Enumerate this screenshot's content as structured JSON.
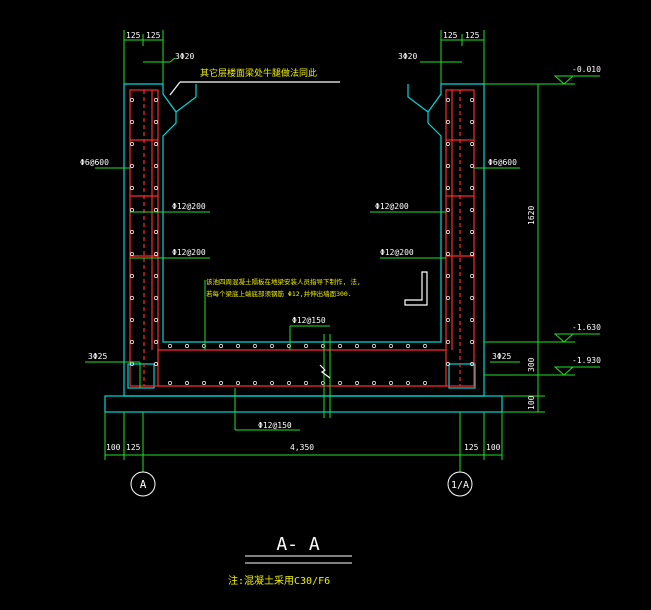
{
  "drawing": {
    "section_title": "A- A",
    "note": "注:混凝土采用C30/F6",
    "callout_top": "其它层楼面梁处牛腿做法同此",
    "callout_mid_line1": "该池四周混凝土隔板在地梁安装人员指导下制作,             法,",
    "callout_mid_line2": "若每个梁底上端底部须钢筋 Φ12,并伸出墙面300.",
    "rebar": {
      "top_left": "3Φ20",
      "top_right": "3Φ20",
      "side_left": "Φ6@600",
      "side_right": "Φ6@600",
      "mid_left_1": "Φ12@200",
      "mid_right_1": "Φ12@200",
      "mid_left_2": "Φ12@200",
      "mid_right_2": "Φ12@200",
      "bottom_left": "3Φ25",
      "bottom_right": "3Φ25",
      "slab_top": "Φ12@150",
      "slab_bottom": "Φ12@150"
    },
    "dims": {
      "top_left_a": "125",
      "top_left_b": "125",
      "top_right_a": "125",
      "top_right_b": "125",
      "bottom_left_a": "100",
      "bottom_left_b": "125",
      "bottom_span": "4,350",
      "bottom_right_a": "125",
      "bottom_right_b": "100",
      "right_height": "1620",
      "right_slab": "300",
      "right_base": "100"
    },
    "levels": {
      "top": "-0.010",
      "mid": "-1.630",
      "bottom": "-1.930"
    },
    "axes": {
      "left": "A",
      "right": "1/A"
    },
    "colors": {
      "background": "#000000",
      "concrete": "#00d8d8",
      "rebar": "#ff2a2a",
      "dimension": "#22e022",
      "text": "#ffffff",
      "callout": "#f0f000"
    }
  }
}
